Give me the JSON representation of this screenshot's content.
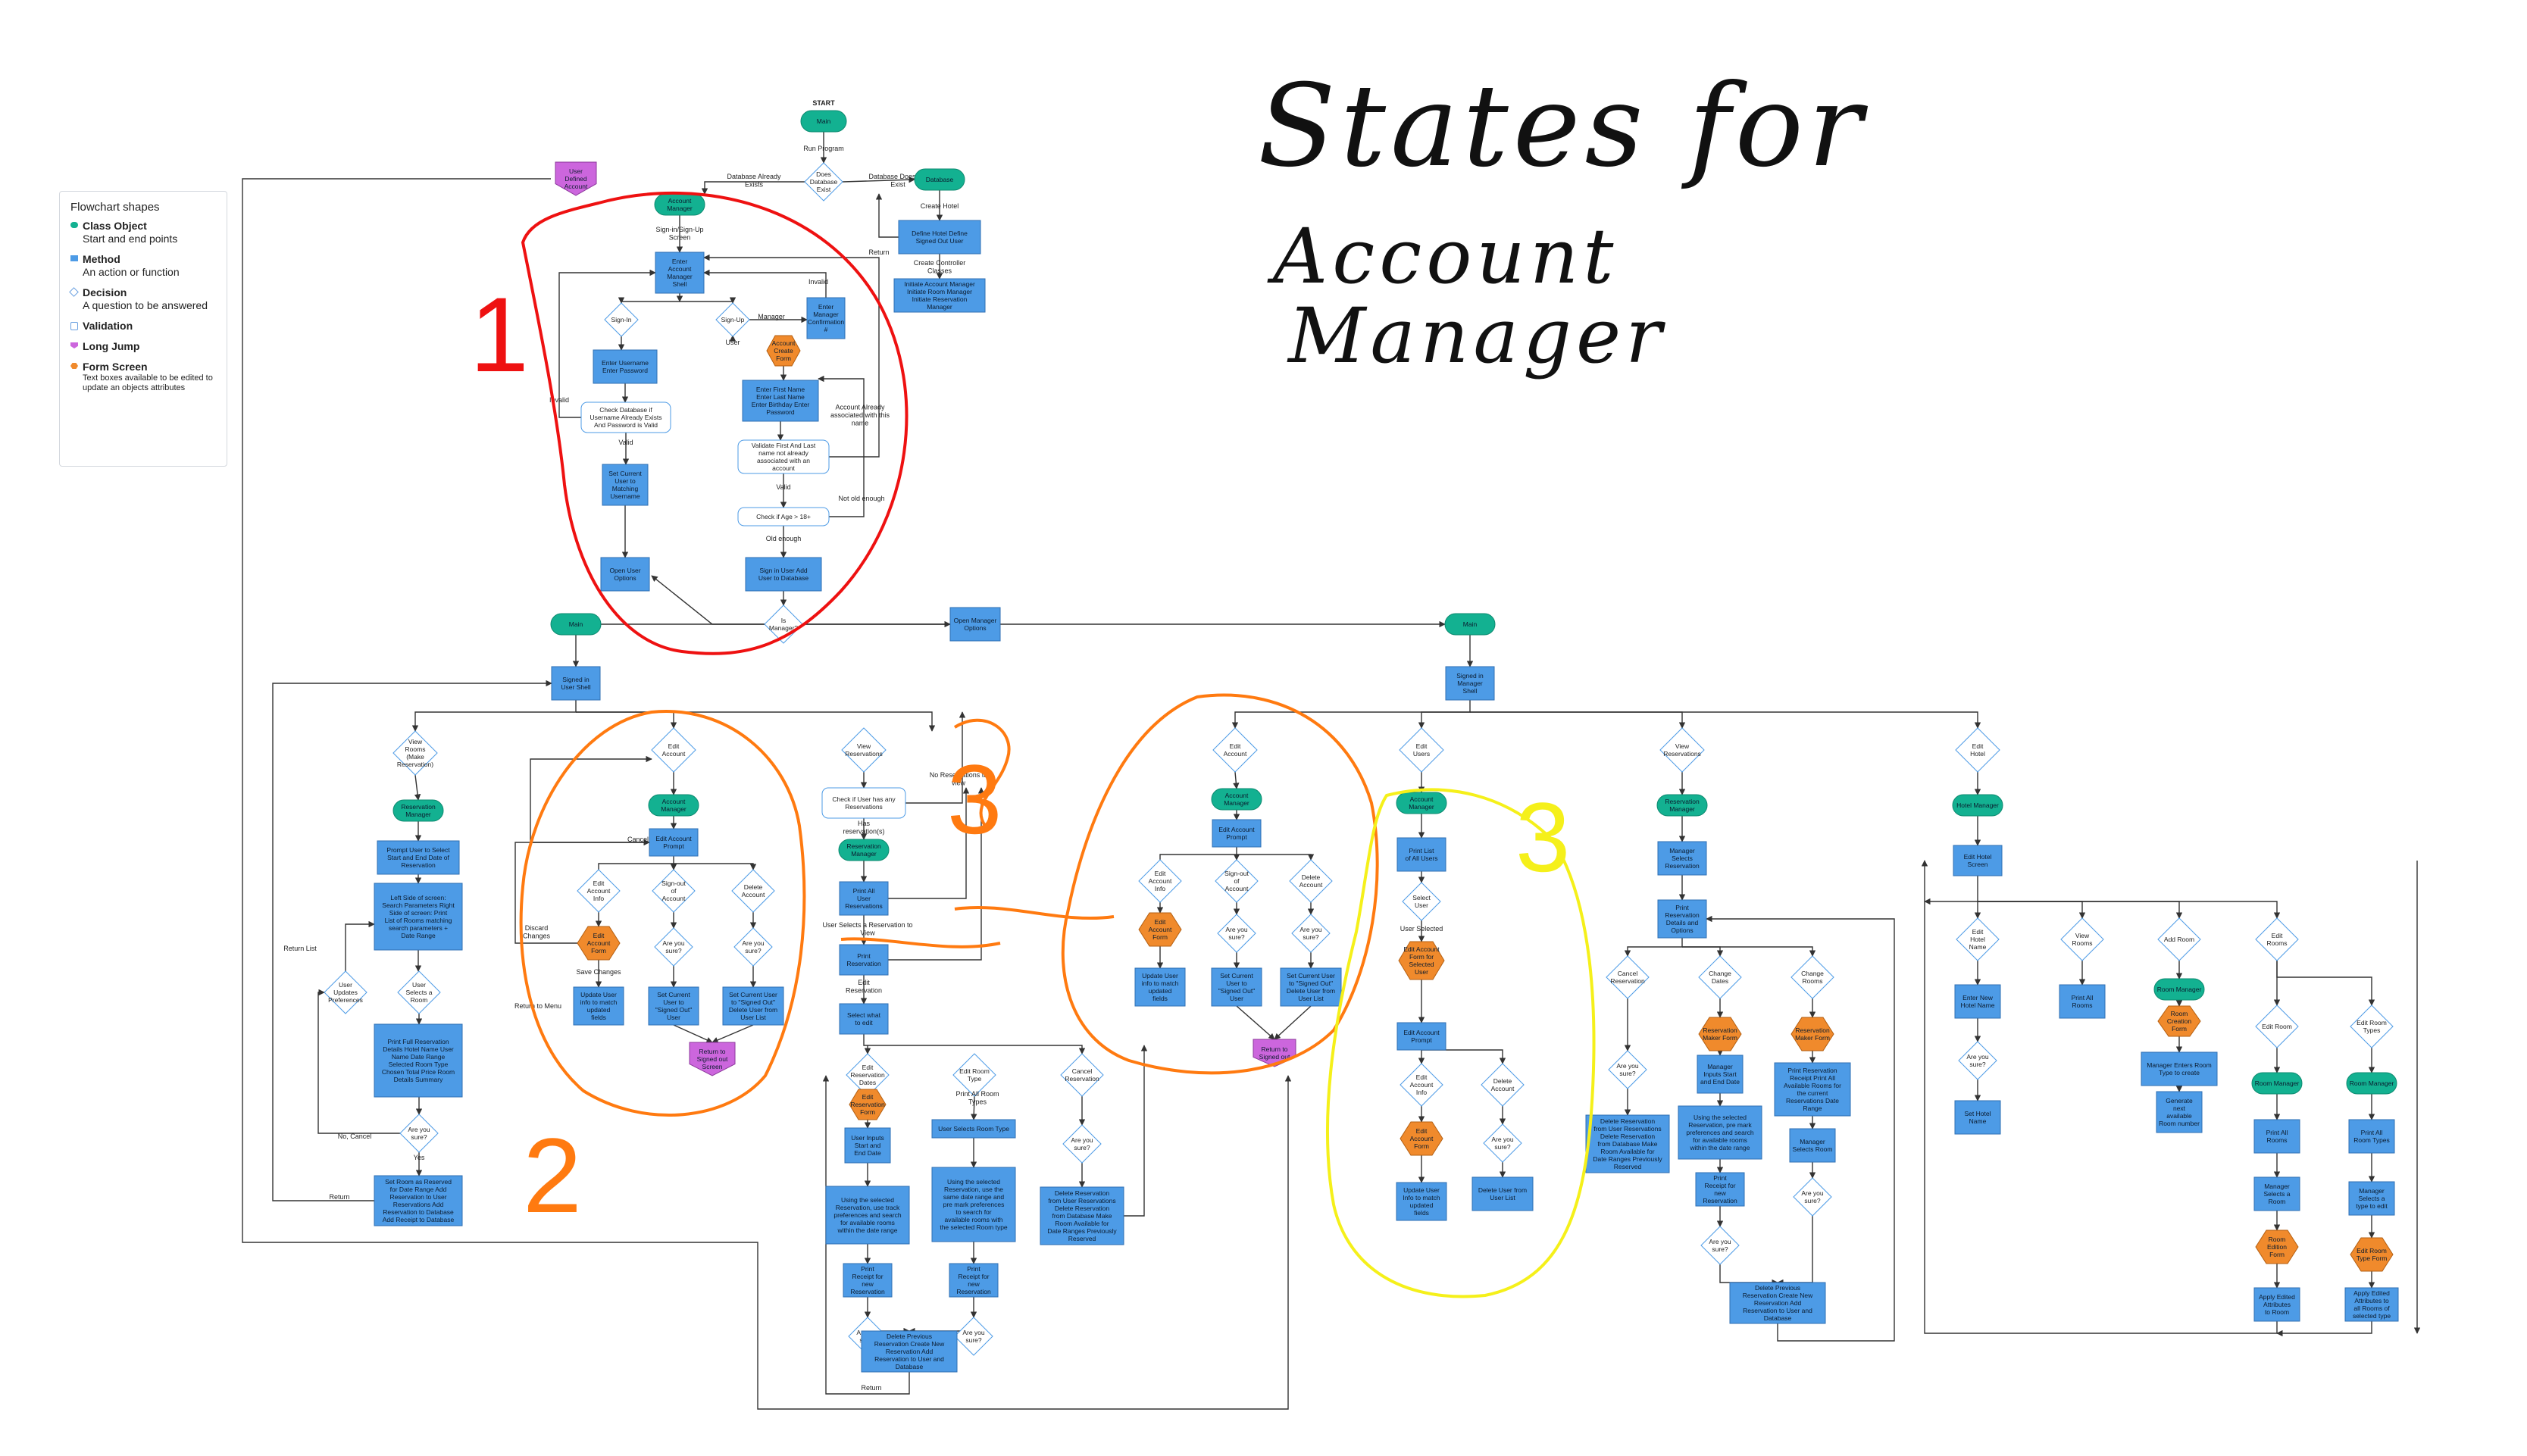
{
  "title": {
    "line1": "States for",
    "line2": "Account",
    "line3": "Manager"
  },
  "legend": {
    "heading": "Flowchart shapes",
    "items": [
      {
        "name": "Class Object",
        "desc": "Start and end points",
        "color": "#13b191"
      },
      {
        "name": "Method",
        "desc": "An action or function",
        "color": "#4d9be6"
      },
      {
        "name": "Decision",
        "desc": "A question to be answered",
        "color": "#ffffff"
      },
      {
        "name": "Validation",
        "desc": "",
        "color": "#ffffff"
      },
      {
        "name": "Long Jump",
        "desc": "",
        "color": "#cc66dd"
      },
      {
        "name": "Form Screen",
        "desc": "Text boxes available to be edited to update an objects attributes",
        "color": "#f08a2c"
      }
    ]
  },
  "annotations": {
    "n1": "1",
    "n2": "2",
    "n3a": "3",
    "n3b": "3"
  },
  "colors": {
    "class": "#13b191",
    "method": "#4d9be6",
    "form": "#f08a2c",
    "jump": "#cc66dd",
    "line": "#333333",
    "red": "#ee1111",
    "orange": "#ff7a10",
    "yellow": "#f5f01a"
  },
  "nodes": [
    {
      "id": "startlbl",
      "k": "label",
      "t": "START"
    },
    {
      "id": "start",
      "k": "class",
      "t": "Main"
    },
    {
      "id": "runprog",
      "k": "label",
      "t": "Run Program"
    },
    {
      "id": "dbexists",
      "k": "decision",
      "t": "Does Database Exist"
    },
    {
      "id": "dbnot",
      "k": "label",
      "t": "Database Does not Exist"
    },
    {
      "id": "dbexlbl",
      "k": "label",
      "t": "Database Already Exists"
    },
    {
      "id": "database",
      "k": "class",
      "t": "Database"
    },
    {
      "id": "createhotel",
      "k": "label",
      "t": "Create Hotel"
    },
    {
      "id": "definehotel",
      "k": "method",
      "t": "Define Hotel Define Signed Out User"
    },
    {
      "id": "retlbl0",
      "k": "label",
      "t": "Return"
    },
    {
      "id": "createctrl",
      "k": "label",
      "t": "Create Controller Classes"
    },
    {
      "id": "initmgrs",
      "k": "method",
      "t": "Initiate Account Manager Initiate Room Manager Initiate Reservation Manager"
    },
    {
      "id": "userdef",
      "k": "jump",
      "t": "User Defined Account"
    },
    {
      "id": "acctmgr",
      "k": "class",
      "t": "Account Manager"
    },
    {
      "id": "signinup",
      "k": "label",
      "t": "Sign-in/Sign-Up Screen"
    },
    {
      "id": "enteracctshell",
      "k": "method",
      "t": "Enter Account Manager Shell"
    },
    {
      "id": "signin",
      "k": "decision",
      "t": "Sign-In"
    },
    {
      "id": "signup",
      "k": "decision",
      "t": "Sign-Up"
    },
    {
      "id": "invalid1",
      "k": "label",
      "t": "Invalid"
    },
    {
      "id": "mgrlbl",
      "k": "label",
      "t": "Manager"
    },
    {
      "id": "entermgrconf",
      "k": "method",
      "t": "Enter Manager Confirmation #"
    },
    {
      "id": "userlbl",
      "k": "label",
      "t": "User"
    },
    {
      "id": "acctcreate",
      "k": "form",
      "t": "Account Create Form"
    },
    {
      "id": "enterpw",
      "k": "method",
      "t": "Enter Username Enter Password"
    },
    {
      "id": "invalid2",
      "k": "label",
      "t": "Invalid"
    },
    {
      "id": "checkdb",
      "k": "valid",
      "t": "Check Database if Username Already Exists And Password is Valid"
    },
    {
      "id": "valid1",
      "k": "label",
      "t": "Valid"
    },
    {
      "id": "enterfirst",
      "k": "method",
      "t": "Enter First Name Enter Last Name Enter Birthday Enter Password"
    },
    {
      "id": "validatefl",
      "k": "valid",
      "t": "Validate First And Last name not already associated with an account"
    },
    {
      "id": "acctexists",
      "k": "label",
      "t": "Account Already associated with this name"
    },
    {
      "id": "setcurrent",
      "k": "method",
      "t": "Set Current User to Matching Username"
    },
    {
      "id": "valid2",
      "k": "label",
      "t": "Valid"
    },
    {
      "id": "checkage",
      "k": "valid",
      "t": "Check if Age > 18+"
    },
    {
      "id": "notold",
      "k": "label",
      "t": "Not old enough"
    },
    {
      "id": "oldenough",
      "k": "label",
      "t": "Old enough"
    },
    {
      "id": "openuser",
      "k": "method",
      "t": "Open User Options"
    },
    {
      "id": "signinuser",
      "k": "method",
      "t": "Sign in User Add User to Database"
    },
    {
      "id": "ismgr",
      "k": "decision",
      "t": "Is Manager?"
    },
    {
      "id": "openmgr",
      "k": "method",
      "t": "Open Manager Options"
    },
    {
      "id": "mainL",
      "k": "class",
      "t": "Main"
    },
    {
      "id": "mainR",
      "k": "class",
      "t": "Main"
    },
    {
      "id": "userShell",
      "k": "method",
      "t": "Signed in User Shell"
    },
    {
      "id": "mgrShell",
      "k": "method",
      "t": "Signed in Manager Shell"
    },
    {
      "id": "viewrooms",
      "k": "decision",
      "t": "View Rooms (Make Reservation)"
    },
    {
      "id": "resmgrA",
      "k": "class",
      "t": "Reservation Manager"
    },
    {
      "id": "promptdates",
      "k": "method",
      "t": "Prompt User to Select Start and End Date of Reservation"
    },
    {
      "id": "leftscreen",
      "k": "method",
      "t": "Left Side of screen: Search Parameters Right Side of screen: Print List of Rooms matching search parameters + Date Range"
    },
    {
      "id": "retlist",
      "k": "label",
      "t": "Return List"
    },
    {
      "id": "userupd",
      "k": "decision",
      "t": "User Updates Preferences"
    },
    {
      "id": "usersel",
      "k": "decision",
      "t": "User Selects a Room"
    },
    {
      "id": "printfull",
      "k": "method",
      "t": "Print Full Reservation Details Hotel Name User Name Date Range Selected Room Type Chosen Total Price Room Details Summary"
    },
    {
      "id": "nocancel",
      "k": "label",
      "t": "No, Cancel"
    },
    {
      "id": "aysA",
      "k": "decision",
      "t": "Are you sure?"
    },
    {
      "id": "yesA",
      "k": "label",
      "t": "Yes"
    },
    {
      "id": "setroom",
      "k": "method",
      "t": "Set Room as Reserved for Date Range Add Reservation to User Reservations Add Reservation to Database Add Receipt to Database"
    },
    {
      "id": "retA",
      "k": "label",
      "t": "Return"
    },
    {
      "id": "editacctU",
      "k": "decision",
      "t": "Edit Account"
    },
    {
      "id": "acctmgrU",
      "k": "class",
      "t": "Account Manager"
    },
    {
      "id": "editpromptU",
      "k": "method",
      "t": "Edit Account Prompt"
    },
    {
      "id": "cancelU",
      "k": "label",
      "t": "Cancel"
    },
    {
      "id": "editinfoU",
      "k": "decision",
      "t": "Edit Account Info"
    },
    {
      "id": "signoutU",
      "k": "decision",
      "t": "Sign-out of Account"
    },
    {
      "id": "deleteU",
      "k": "decision",
      "t": "Delete Account"
    },
    {
      "id": "discardU",
      "k": "label",
      "t": "Discard Changes"
    },
    {
      "id": "editformU",
      "k": "form",
      "t": "Edit Account Form"
    },
    {
      "id": "aysU1",
      "k": "decision",
      "t": "Are you sure?"
    },
    {
      "id": "aysU2",
      "k": "decision",
      "t": "Are you sure?"
    },
    {
      "id": "savechU",
      "k": "label",
      "t": "Save Changes"
    },
    {
      "id": "returnmenuU",
      "k": "label",
      "t": "Return to Menu"
    },
    {
      "id": "updateU",
      "k": "method",
      "t": "Update User info to match updated fields"
    },
    {
      "id": "setsignedU",
      "k": "method",
      "t": "Set Current User to \"Signed Out\" User"
    },
    {
      "id": "deluserU",
      "k": "method",
      "t": "Set Current User to \"Signed Out\" Delete User from User List"
    },
    {
      "id": "jumpU",
      "k": "jump",
      "t": "Return to Signed out Screen"
    },
    {
      "id": "viewres",
      "k": "decision",
      "t": "View Reservations"
    },
    {
      "id": "noresv",
      "k": "label",
      "t": "No Reservations to view"
    },
    {
      "id": "checkres",
      "k": "valid",
      "t": "Check if User has any Reservations"
    },
    {
      "id": "hasres",
      "k": "label",
      "t": "Has reservation(s)"
    },
    {
      "id": "resmgrB",
      "k": "class",
      "t": "Reservation Manager"
    },
    {
      "id": "printallres",
      "k": "method",
      "t": "Print All User Reservations"
    },
    {
      "id": "userselres",
      "k": "label",
      "t": "User Selects a Reservation to View"
    },
    {
      "id": "printres",
      "k": "method",
      "t": "Print Reservation"
    },
    {
      "id": "editreslbl",
      "k": "label",
      "t": "Edit Reservation"
    },
    {
      "id": "selwhat",
      "k": "method",
      "t": "Select what to edit"
    },
    {
      "id": "editresdates",
      "k": "decision",
      "t": "Edit Reservation Dates"
    },
    {
      "id": "editroomtype",
      "k": "decision",
      "t": "Edit Room Type"
    },
    {
      "id": "cancelres",
      "k": "decision",
      "t": "Cancel Reservation"
    },
    {
      "id": "editresform",
      "k": "form",
      "t": "Edit Reservation Form"
    },
    {
      "id": "printallrt",
      "k": "label",
      "t": "Print All Room Types"
    },
    {
      "id": "userinput",
      "k": "method",
      "t": "User Inputs Start and End Date"
    },
    {
      "id": "userselrt",
      "k": "method",
      "t": "User Selects Room Type"
    },
    {
      "id": "aysB1",
      "k": "decision",
      "t": "Are you sure?"
    },
    {
      "id": "usingsel1",
      "k": "method",
      "t": "Using the selected Reservation, use track preferences and search for available rooms within the date range"
    },
    {
      "id": "usingsel2",
      "k": "method",
      "t": "Using the selected Reservation, use the same date range and pre mark preferences to search for available rooms with the selected Room type"
    },
    {
      "id": "delresB",
      "k": "method",
      "t": "Delete Reservation from User Reservations Delete Reservation from Database Make Room Available for Date Ranges Previously Reserved"
    },
    {
      "id": "printrcpt1",
      "k": "method",
      "t": "Print Receipt for new Reservation"
    },
    {
      "id": "printrcpt2",
      "k": "method",
      "t": "Print Receipt for new Reservation"
    },
    {
      "id": "aysB2",
      "k": "decision",
      "t": "Are you sure?"
    },
    {
      "id": "aysB3",
      "k": "decision",
      "t": "Are you sure?"
    },
    {
      "id": "delprev",
      "k": "method",
      "t": "Delete Previous Reservation Create New Reservation Add Reservation to User and Database"
    },
    {
      "id": "retB",
      "k": "label",
      "t": "Return"
    },
    {
      "id": "editacctM",
      "k": "decision",
      "t": "Edit Account"
    },
    {
      "id": "acctmgrM",
      "k": "class",
      "t": "Account Manager"
    },
    {
      "id": "editpromptM",
      "k": "method",
      "t": "Edit Account Prompt"
    },
    {
      "id": "editinfoM",
      "k": "decision",
      "t": "Edit Account Info"
    },
    {
      "id": "signoutM",
      "k": "decision",
      "t": "Sign-out of Account"
    },
    {
      "id": "deleteM",
      "k": "decision",
      "t": "Delete Account"
    },
    {
      "id": "editformM",
      "k": "form",
      "t": "Edit Account Form"
    },
    {
      "id": "aysM1",
      "k": "decision",
      "t": "Are you sure?"
    },
    {
      "id": "aysM2",
      "k": "decision",
      "t": "Are you sure?"
    },
    {
      "id": "updateM",
      "k": "method",
      "t": "Update User info to match updated fields"
    },
    {
      "id": "setsignedM",
      "k": "method",
      "t": "Set Current User to \"Signed Out\" User"
    },
    {
      "id": "deluserM",
      "k": "method",
      "t": "Set Current User to \"Signed Out\" Delete User from User List"
    },
    {
      "id": "jumpM",
      "k": "jump",
      "t": "Return to Signed out"
    },
    {
      "id": "editusers",
      "k": "decision",
      "t": "Edit Users"
    },
    {
      "id": "acctmgrE",
      "k": "class",
      "t": "Account Manager"
    },
    {
      "id": "printallusers",
      "k": "method",
      "t": "Print List of All Users"
    },
    {
      "id": "selectuser",
      "k": "decision",
      "t": "Select User"
    },
    {
      "id": "userselected",
      "k": "label",
      "t": "User Selected"
    },
    {
      "id": "editformE",
      "k": "form",
      "t": "Edit Account Form for Selected User"
    },
    {
      "id": "editpromptE",
      "k": "method",
      "t": "Edit Account Prompt"
    },
    {
      "id": "editinfoE",
      "k": "decision",
      "t": "Edit Account Info"
    },
    {
      "id": "deleteE",
      "k": "decision",
      "t": "Delete Account"
    },
    {
      "id": "editformE2",
      "k": "form",
      "t": "Edit Account Form"
    },
    {
      "id": "aysE",
      "k": "decision",
      "t": "Are you sure?"
    },
    {
      "id": "updateE",
      "k": "method",
      "t": "Update User Info to match updated fields"
    },
    {
      "id": "deluserE",
      "k": "method",
      "t": "Delete User from User List"
    },
    {
      "id": "viewresM",
      "k": "decision",
      "t": "View Reservations"
    },
    {
      "id": "resmgrM",
      "k": "class",
      "t": "Reservation Manager"
    },
    {
      "id": "mgrselres",
      "k": "method",
      "t": "Manager Selects Reservation"
    },
    {
      "id": "printresM",
      "k": "method",
      "t": "Print Reservation Details and Options"
    },
    {
      "id": "cancelresM",
      "k": "decision",
      "t": "Cancel Reservation"
    },
    {
      "id": "changedates",
      "k": "decision",
      "t": "Change Dates"
    },
    {
      "id": "changerooms",
      "k": "decision",
      "t": "Change Rooms"
    },
    {
      "id": "resmakerform",
      "k": "form",
      "t": "Reservation Maker Form"
    },
    {
      "id": "resmakerform2",
      "k": "form",
      "t": "Reservation Maker Form"
    },
    {
      "id": "aysR1",
      "k": "decision",
      "t": "Are you sure?"
    },
    {
      "id": "mgrinputs",
      "k": "method",
      "t": "Manager Inputs Start and End Date"
    },
    {
      "id": "printresrcpt",
      "k": "method",
      "t": "Print Reservation Receipt Print All Available Rooms for the current Reservations Date Range"
    },
    {
      "id": "delresM",
      "k": "method",
      "t": "Delete Reservation from User Reservations Delete Reservation from Database Make Room Available for Date Ranges Previously Reserved"
    },
    {
      "id": "usingselM",
      "k": "method",
      "t": "Using the selected Reservation, pre mark preferences and search for available rooms within the date range"
    },
    {
      "id": "mgrselroom",
      "k": "method",
      "t": "Manager Selects Room"
    },
    {
      "id": "printrcptM",
      "k": "method",
      "t": "Print Receipt for new Reservation"
    },
    {
      "id": "aysR2",
      "k": "decision",
      "t": "Are you sure?"
    },
    {
      "id": "aysR3",
      "k": "decision",
      "t": "Are you sure?"
    },
    {
      "id": "delprevM",
      "k": "method",
      "t": "Delete Previous Reservation Create New Reservation Add Reservation to User and Database"
    },
    {
      "id": "edithotel",
      "k": "decision",
      "t": "Edit Hotel"
    },
    {
      "id": "hotelmgr",
      "k": "class",
      "t": "Hotel Manager"
    },
    {
      "id": "edithotelscr",
      "k": "method",
      "t": "Edit Hotel Screen"
    },
    {
      "id": "edithotelname",
      "k": "decision",
      "t": "Edit Hotel Name"
    },
    {
      "id": "viewroomsH",
      "k": "decision",
      "t": "View Rooms"
    },
    {
      "id": "addroom",
      "k": "decision",
      "t": "Add Room"
    },
    {
      "id": "editroomsH",
      "k": "decision",
      "t": "Edit Rooms"
    },
    {
      "id": "enternewname",
      "k": "method",
      "t": "Enter New Hotel Name"
    },
    {
      "id": "printallroomsH",
      "k": "method",
      "t": "Print All Rooms"
    },
    {
      "id": "roommgrH",
      "k": "class",
      "t": "Room Manager"
    },
    {
      "id": "roomcreate",
      "k": "form",
      "t": "Room Creation Form"
    },
    {
      "id": "editroom",
      "k": "decision",
      "t": "Edit Room"
    },
    {
      "id": "editroomtypeH",
      "k": "decision",
      "t": "Edit Room Types"
    },
    {
      "id": "aysH",
      "k": "decision",
      "t": "Are you sure?"
    },
    {
      "id": "mgrenters",
      "k": "method",
      "t": "Manager Enters Room Type to create"
    },
    {
      "id": "sethotel",
      "k": "method",
      "t": "Set Hotel Name"
    },
    {
      "id": "genroom",
      "k": "method",
      "t": "Generate next available Room number"
    },
    {
      "id": "roommgr2",
      "k": "class",
      "t": "Room Manager"
    },
    {
      "id": "roommgr3",
      "k": "class",
      "t": "Room Manager"
    },
    {
      "id": "printallrooms2",
      "k": "method",
      "t": "Print All Rooms"
    },
    {
      "id": "printallrt2",
      "k": "method",
      "t": "Print All Room Types"
    },
    {
      "id": "mgrselroom2",
      "k": "method",
      "t": "Manager Selects a Room"
    },
    {
      "id": "mgrselrt",
      "k": "method",
      "t": "Manager Selects a type to edit"
    },
    {
      "id": "roomedit",
      "k": "form",
      "t": "Room Edition Form"
    },
    {
      "id": "editrtform",
      "k": "form",
      "t": "Edit Room Type Form"
    },
    {
      "id": "applyroom",
      "k": "method",
      "t": "Apply Edited Attributes to Room"
    },
    {
      "id": "applyrt",
      "k": "method",
      "t": "Apply Edited Attributes to all Rooms of selected type"
    }
  ]
}
